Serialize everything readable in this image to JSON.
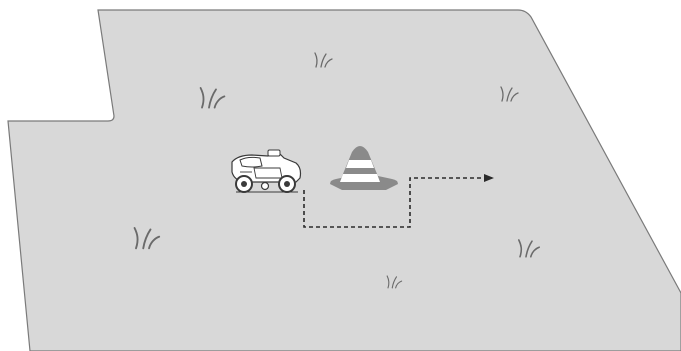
{
  "diagram": {
    "colors": {
      "lawn": "#d8d8d8",
      "lawn_edge": "#7a7a7a",
      "cone": "#8a8a8a",
      "cone_stripe": "#ffffff",
      "path": "#2a2a2a",
      "grass": "#6a6a6a",
      "mower_body": "#ffffff",
      "mower_outline": "#3a3a3a"
    },
    "elements": {
      "lawn_area": "lawn boundary",
      "mower": "robotic-mower-icon",
      "obstacle": "traffic-cone-icon",
      "route": "avoidance-path-arrow",
      "grass_tufts": 6
    }
  }
}
